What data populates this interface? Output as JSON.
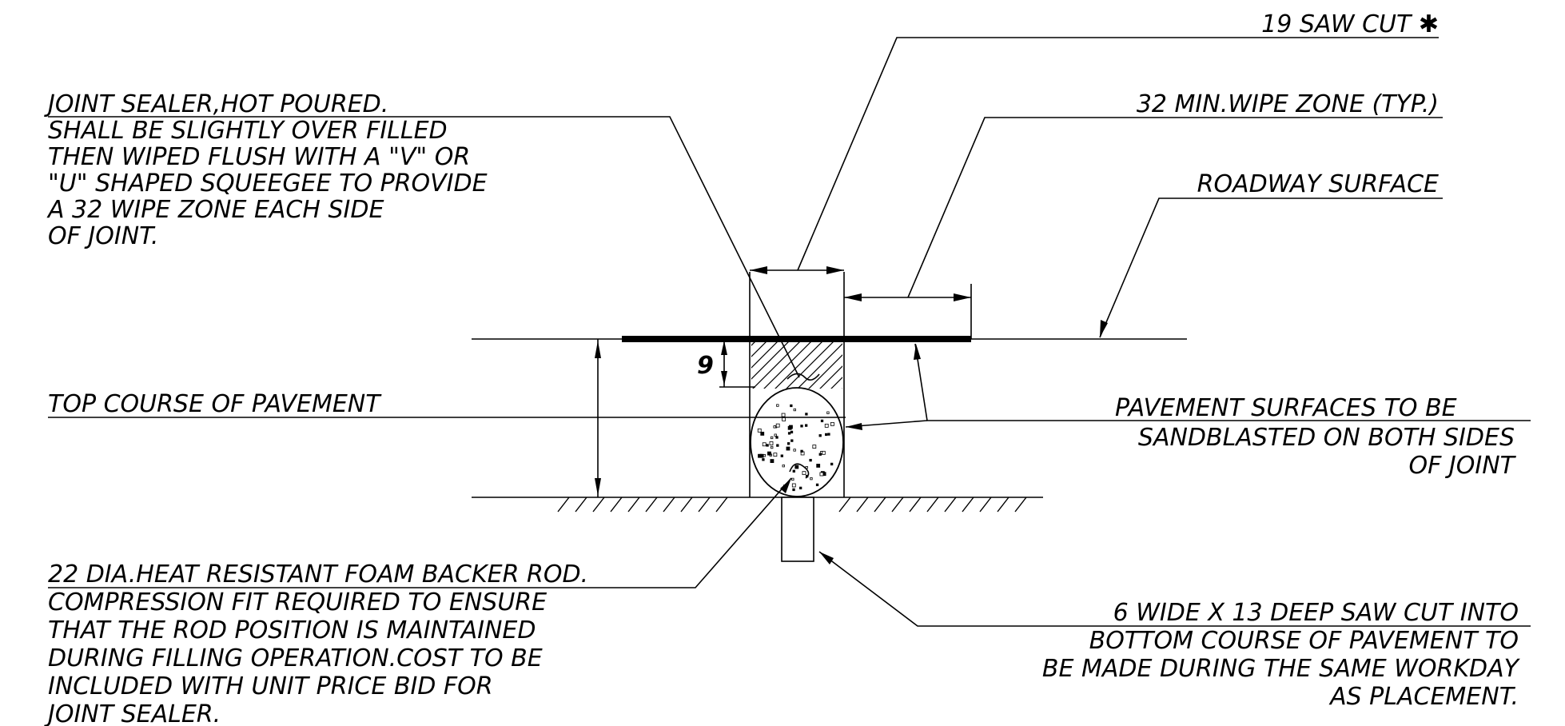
{
  "notes": {
    "saw_cut": "19 SAW CUT ✱",
    "wipe_zone": "32 MIN.WIPE ZONE (TYP.)",
    "roadway_surface": "ROADWAY SURFACE",
    "joint_sealer": [
      "JOINT SEALER,HOT POURED.",
      "SHALL BE SLIGHTLY OVER FILLED",
      "THEN WIPED FLUSH WITH A \"V\" OR",
      "\"U\" SHAPED SQUEEGEE TO PROVIDE",
      "A 32 WIPE ZONE EACH SIDE",
      "OF JOINT."
    ],
    "top_course": "TOP COURSE OF PAVEMENT",
    "sandblast": [
      "PAVEMENT SURFACES TO BE",
      "SANDBLASTED ON BOTH SIDES",
      "OF JOINT"
    ],
    "backer_rod": [
      "22 DIA.HEAT RESISTANT FOAM BACKER ROD.",
      "COMPRESSION FIT REQUIRED TO ENSURE",
      "THAT THE ROD POSITION IS MAINTAINED",
      "DURING FILLING OPERATION.COST TO BE",
      "INCLUDED WITH UNIT PRICE BID FOR",
      "JOINT SEALER."
    ],
    "bottom_saw_cut": [
      "6 WIDE X 13 DEEP SAW CUT INTO",
      "BOTTOM COURSE OF PAVEMENT TO",
      "BE MADE DURING THE SAME WORKDAY",
      "AS PLACEMENT."
    ]
  },
  "dimensions": {
    "sealer_depth": "9"
  }
}
